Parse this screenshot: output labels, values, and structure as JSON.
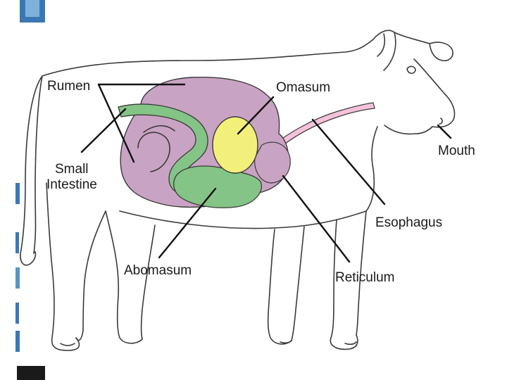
{
  "labels": {
    "rumen": "Rumen",
    "omasum": "Omasum",
    "mouth": "Mouth",
    "small_intestine_line1": "Small",
    "small_intestine_line2": "Intestine",
    "esophagus": "Esophagus",
    "abomasum": "Abomasum",
    "reticulum": "Reticulum"
  },
  "colors": {
    "rumen": "#c9a3c4",
    "reticulum": "#c9a3c4",
    "omasum": "#f2f07a",
    "abomasum": "#84c486",
    "small_intestine": "#84c486",
    "esophagus": "#f4c2da",
    "outline": "#3a3a3a",
    "slide_accent": "#3a78b5"
  }
}
